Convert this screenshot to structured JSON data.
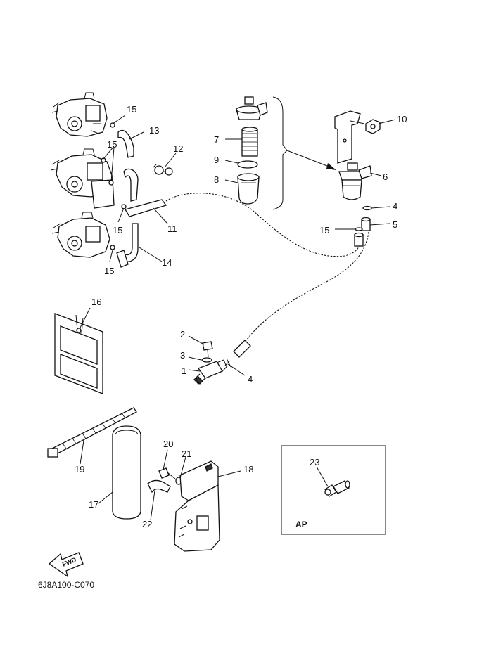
{
  "diagram": {
    "part_code": "6J8A100-C070",
    "variant_label": "AP",
    "direction_arrow_label": "FWD",
    "callouts": {
      "p1": "1",
      "p2": "2",
      "p3": "3",
      "p4a": "4",
      "p4b": "4",
      "p5": "5",
      "p6": "6",
      "p7": "7",
      "p8": "8",
      "p9": "9",
      "p10": "10",
      "p11": "11",
      "p12": "12",
      "p13": "13",
      "p14": "14",
      "p15a": "15",
      "p15b": "15",
      "p15c": "15",
      "p15d": "15",
      "p15e": "15",
      "p16": "16",
      "p17": "17",
      "p18": "18",
      "p19": "19",
      "p20": "20",
      "p21": "21",
      "p22": "22",
      "p23": "23"
    }
  }
}
